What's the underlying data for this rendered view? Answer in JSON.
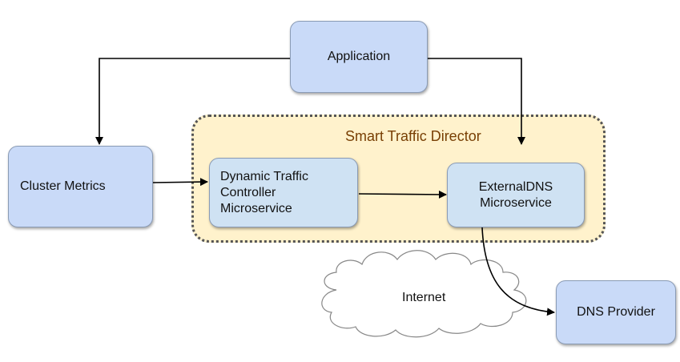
{
  "group": {
    "title": "Smart Traffic Director"
  },
  "nodes": {
    "application": "Application",
    "cluster_metrics": "Cluster Metrics",
    "dynamic_traffic_controller": [
      "Dynamic Traffic",
      "Controller",
      "Microservice"
    ],
    "externaldns": [
      "ExternalDNS",
      "Microservice"
    ],
    "dns_provider": "DNS Provider"
  },
  "cloud": {
    "label": "Internet"
  },
  "colors": {
    "node_fill": "#c9daf8",
    "inner_node_fill": "#cfe2f3",
    "group_fill": "#fff2cc",
    "group_title": "#783f04",
    "connector": "#000000"
  }
}
